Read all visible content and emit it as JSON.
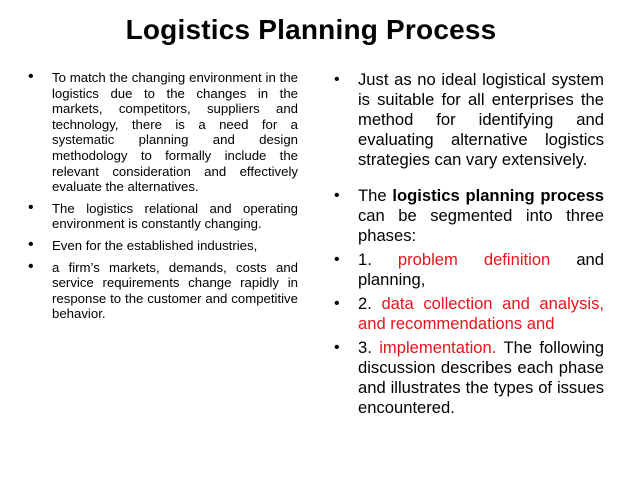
{
  "title": "Logistics Planning Process",
  "left_points": [
    "To match the changing environment in the logistics due to the changes in the markets, competitors, suppliers and technology, there is a need for a systematic planning and design methodology to formally include the relevant consideration and effectively evaluate the alternatives.",
    "The logistics relational and operating environment is constantly changing.",
    "Even for the established industries,",
    "a firm’s markets, demands, costs and service requirements change rapidly in response to the customer and competitive behavior."
  ],
  "right_points": {
    "p1": "Just as no ideal logistical system is suitable for all enterprises the method for identifying and evaluating alternative logistics strategies can vary extensively.",
    "p2_pre": "The",
    "p2_bold": "logistics planning process",
    "p2_post": "can be segmented into three phases:",
    "p3_num": "1.",
    "p3_red": "problem definition",
    "p3_post": "and planning,",
    "p4_num": "2.",
    "p4_red": "data collection and analysis, and recommendations and",
    "p5_num": "3.",
    "p5_red": "implementation.",
    "p5_post": "The following discussion describes each phase and illustrates the types of issues encountered."
  },
  "bullet_char": "•",
  "colors": {
    "highlight": "#e8141c",
    "text": "#000000"
  }
}
